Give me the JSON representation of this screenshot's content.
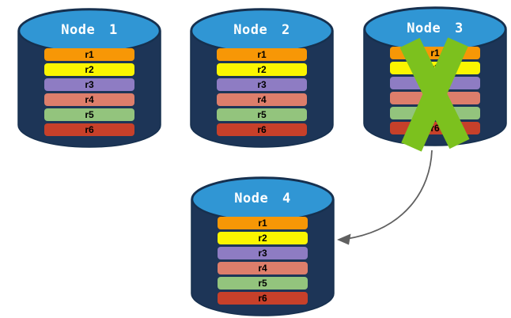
{
  "diagram": {
    "description": "Four database nodes each holding replicas r1-r6; Node 3 is failed (green X) and an arrow shows failover from Node 3 to Node 4",
    "nodes": [
      {
        "id": "node-1",
        "label": "Node 1",
        "failed": false,
        "replicas": [
          {
            "label": "r1",
            "color": "#F79706"
          },
          {
            "label": "r2",
            "color": "#FBF500"
          },
          {
            "label": "r3",
            "color": "#8E7CC3"
          },
          {
            "label": "r4",
            "color": "#DD7E6B"
          },
          {
            "label": "r5",
            "color": "#93C47D"
          },
          {
            "label": "r6",
            "color": "#C7402A"
          }
        ]
      },
      {
        "id": "node-2",
        "label": "Node 2",
        "failed": false,
        "replicas": [
          {
            "label": "r1",
            "color": "#F79706"
          },
          {
            "label": "r2",
            "color": "#FBF500"
          },
          {
            "label": "r3",
            "color": "#8E7CC3"
          },
          {
            "label": "r4",
            "color": "#DD7E6B"
          },
          {
            "label": "r5",
            "color": "#93C47D"
          },
          {
            "label": "r6",
            "color": "#C7402A"
          }
        ]
      },
      {
        "id": "node-3",
        "label": "Node 3",
        "failed": true,
        "replicas": [
          {
            "label": "r1",
            "color": "#F79706"
          },
          {
            "label": "r2",
            "color": "#FBF500"
          },
          {
            "label": "r3",
            "color": "#8E7CC3"
          },
          {
            "label": "r4",
            "color": "#DD7E6B"
          },
          {
            "label": "r5",
            "color": "#93C47D"
          },
          {
            "label": "r6",
            "color": "#C7402A"
          }
        ]
      },
      {
        "id": "node-4",
        "label": "Node 4",
        "failed": false,
        "replicas": [
          {
            "label": "r1",
            "color": "#F79706"
          },
          {
            "label": "r2",
            "color": "#FBF500"
          },
          {
            "label": "r3",
            "color": "#8E7CC3"
          },
          {
            "label": "r4",
            "color": "#DD7E6B"
          },
          {
            "label": "r5",
            "color": "#93C47D"
          },
          {
            "label": "r6",
            "color": "#C7402A"
          }
        ]
      }
    ],
    "failure": {
      "node": "node-3",
      "icon": "x-mark",
      "color": "#7CC11E"
    },
    "arrow": {
      "from": "node-3",
      "to": "node-4",
      "color": "#606060"
    },
    "colors": {
      "background": "#FFFFFF",
      "cylinder_body": "#1D3557",
      "cylinder_top": "#3096D4",
      "cylinder_outline": "#16304F",
      "node_title": "#FFFFFF",
      "replica_text": "#000000"
    }
  }
}
